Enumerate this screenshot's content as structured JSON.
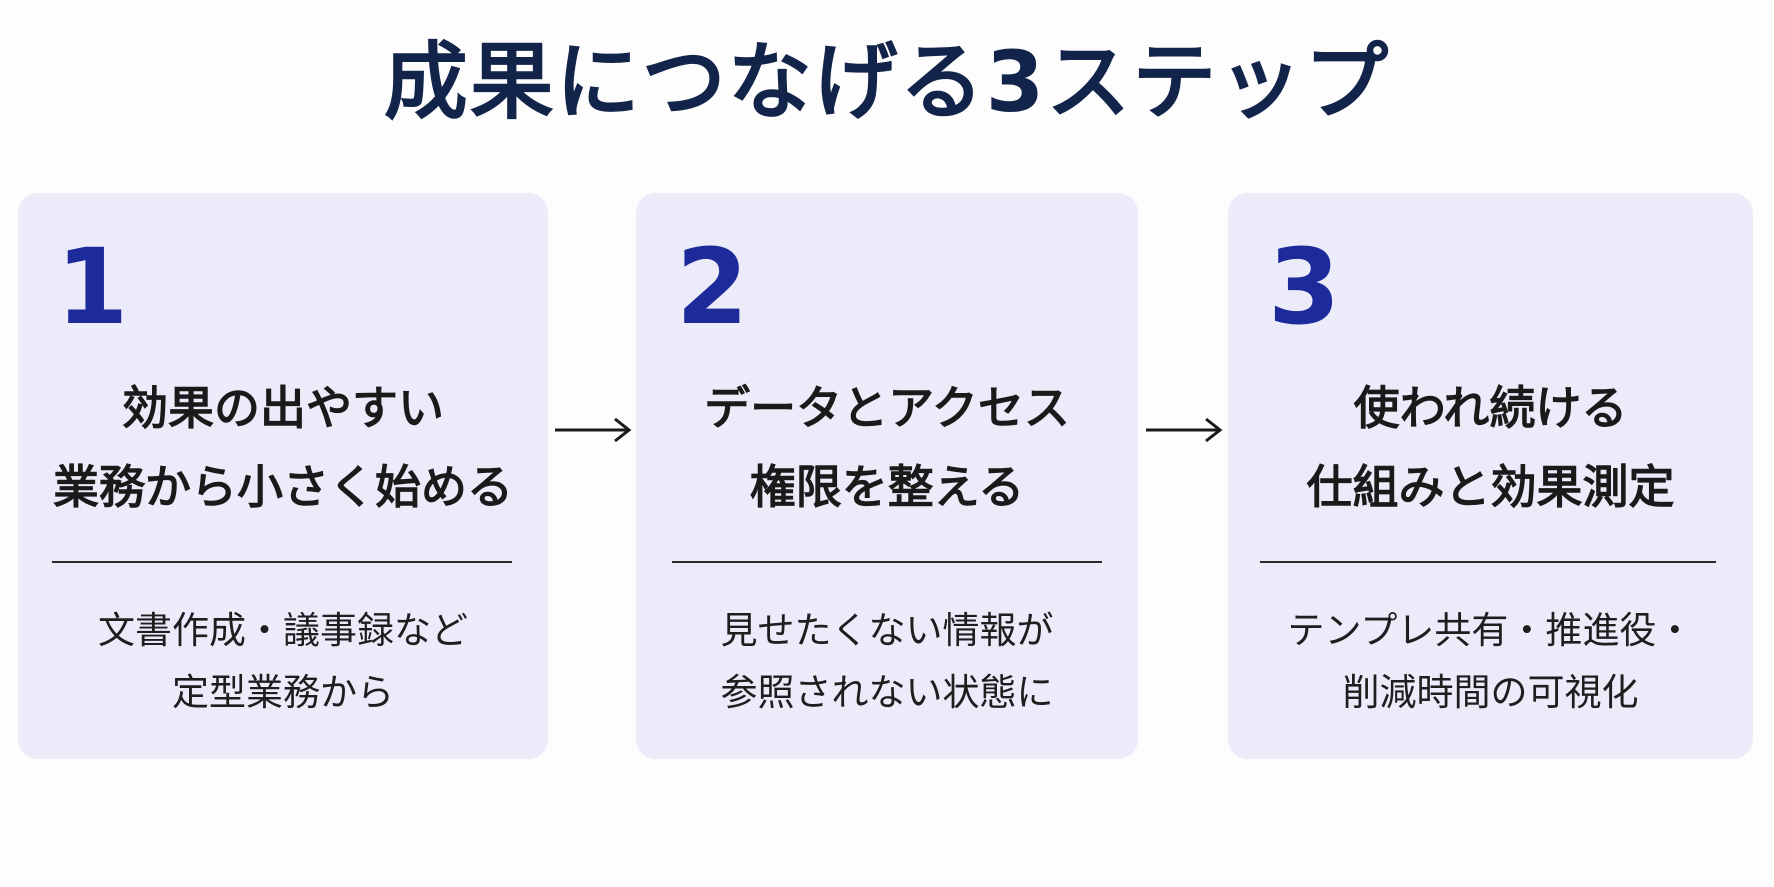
{
  "title": "成果につなげる3ステップ",
  "steps": [
    {
      "number": "1",
      "heading_lines": [
        "効果の出やすい",
        "業務から小さく始める"
      ],
      "desc_lines": [
        "文書作成・議事録など",
        "定型業務から"
      ]
    },
    {
      "number": "2",
      "heading_lines": [
        "データとアクセス",
        "権限を整える"
      ],
      "desc_lines": [
        "見せたくない情報が",
        "参照されない状態に"
      ]
    },
    {
      "number": "3",
      "heading_lines": [
        "使われ続ける",
        "仕組みと効果測定"
      ],
      "desc_lines": [
        "テンプレ共有・推進役・",
        "削減時間の可視化"
      ]
    }
  ],
  "colors": {
    "title": "#13244a",
    "card_background": "#ebebfa",
    "step_number": "#1c2a9a",
    "text": "#1a1a1a"
  },
  "icons": {
    "connector": "right-arrow-icon"
  }
}
